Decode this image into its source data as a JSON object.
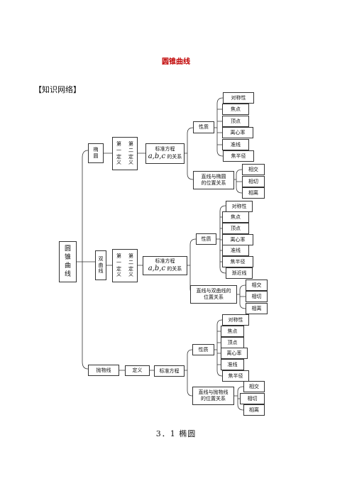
{
  "doc": {
    "title": "圆锥曲线",
    "network_title": "【知识网络】",
    "section_title": "3．1 椭圆"
  },
  "root": {
    "chars": [
      "圆",
      "锥",
      "曲",
      "线"
    ]
  },
  "ellipse": {
    "name_chars": [
      "椭",
      "圆"
    ],
    "def_col1": [
      "第",
      "一",
      "定",
      "义"
    ],
    "def_col2": [
      "第",
      "二",
      "定",
      "义"
    ],
    "eq_line1": "标准方程",
    "eq_vars": "a,b,c",
    "eq_suffix": "的关系",
    "props_label": "性质",
    "props": [
      "对称性",
      "焦点",
      "顶点",
      "离心率",
      "准线",
      "焦半径"
    ],
    "pos_line1": "直线与椭圆",
    "pos_line2": "的位置关系",
    "pos_items": [
      "相交",
      "相切",
      "相离"
    ]
  },
  "hyperbola": {
    "name_chars": [
      "双",
      "曲",
      "线"
    ],
    "def_col1": [
      "第",
      "一",
      "定",
      "义"
    ],
    "def_col2": [
      "第",
      "二",
      "定",
      "义"
    ],
    "eq_line1": "标准方程",
    "eq_vars": "a,b,c",
    "eq_suffix": "的关系",
    "props_label": "性质",
    "props": [
      "对称性",
      "焦点",
      "顶点",
      "离心率",
      "准线",
      "焦半径",
      "渐近线"
    ],
    "pos_line1": "直线与双曲线的",
    "pos_line2": "位置关系",
    "pos_items": [
      "相交",
      "相切",
      "相离"
    ]
  },
  "parabola": {
    "name": "抛物线",
    "def": "定义",
    "eq": "标准方程",
    "props_label": "性质",
    "props": [
      "对称性",
      "焦点",
      "顶点",
      "离心率",
      "准线",
      "焦半径"
    ],
    "pos_line1": "直线与抛物线",
    "pos_line2": "的位置关系",
    "pos_items": [
      "相交",
      "相切",
      "相离"
    ]
  }
}
